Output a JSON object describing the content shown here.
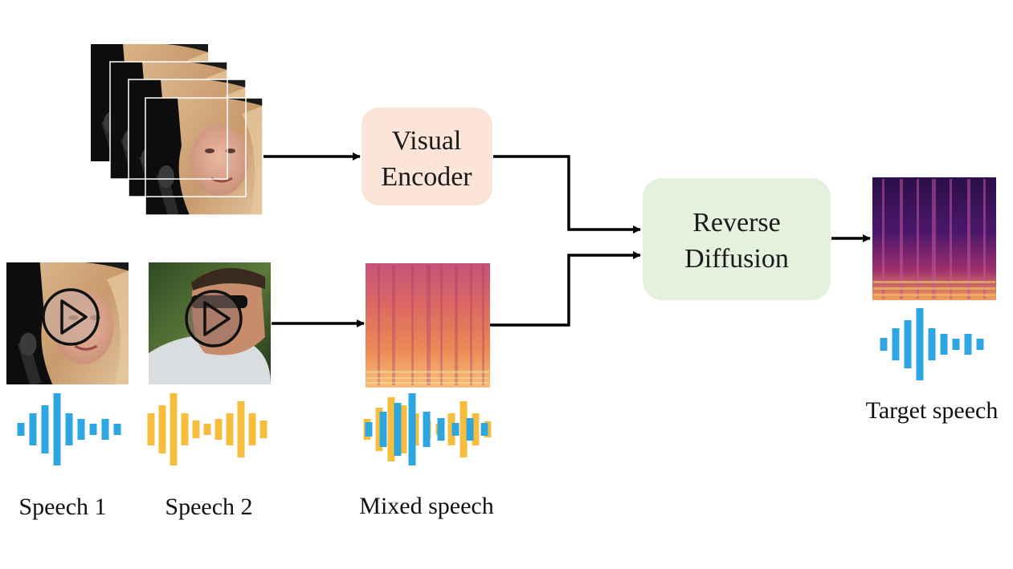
{
  "visual_encoder": {
    "line1": "Visual",
    "line2": "Encoder"
  },
  "reverse_diffusion": {
    "line1": "Reverse",
    "line2": "Diffusion"
  },
  "captions": {
    "speech1": "Speech 1",
    "speech2": "Speech 2",
    "mixed": "Mixed speech",
    "target": "Target speech"
  },
  "colors": {
    "encoder_fill": "#fbe4d8",
    "diffusion_fill": "#e4f1dc",
    "wave_blue": "#2ea7e0",
    "wave_yellow": "#f7bd3c",
    "arrow": "#000000"
  },
  "icons": {
    "frames": "face-video-frames",
    "play": "play-icon",
    "waveform": "waveform-icon",
    "spectrogram": "spectrogram-image"
  }
}
